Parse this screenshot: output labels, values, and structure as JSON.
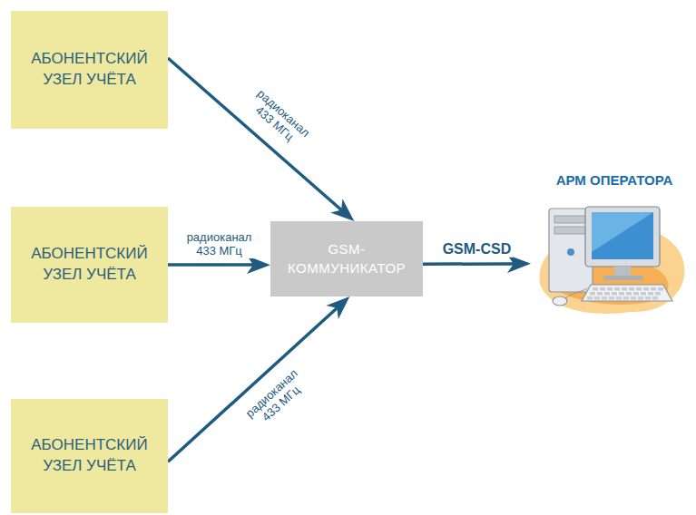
{
  "diagram": {
    "nodes": [
      {
        "text": [
          "АБОНЕНТСКИЙ УЗЕЛ УЧЁТА"
        ]
      },
      {
        "text": [
          "АБОНЕНТСКИЙ УЗЕЛ УЧЁТА"
        ]
      },
      {
        "text": [
          "АБОНЕНТСКИЙ УЗЕЛ УЧЁТА"
        ]
      },
      {
        "text": [
          "GSM- КОММУНИКАТОР"
        ]
      },
      {
        "text": [
          "АРМ ОПЕРАТОРА"
        ]
      }
    ],
    "edges": [
      {
        "from": 0,
        "to": 3,
        "label": "радиоканал 433 МГц",
        "arrow": "to"
      },
      {
        "from": 1,
        "to": 3,
        "label": "радиоканал 433 МГц",
        "arrow": "to"
      },
      {
        "from": 2,
        "to": 3,
        "label": "радиоканал 433 МГц",
        "arrow": "to"
      },
      {
        "from": 3,
        "to": 4,
        "label": "GSM-CSD",
        "arrow": "to"
      }
    ]
  }
}
